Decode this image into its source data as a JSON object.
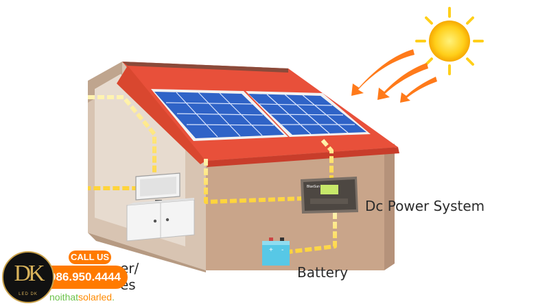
{
  "labels": {
    "dc_power_system": "Dc Power System",
    "battery": "Battery",
    "inverter_line1": "er/",
    "inverter_line2": "es"
  },
  "device": {
    "badge": "BlueSun"
  },
  "battery": {
    "terminal_pos": "+",
    "terminal_neg": "-"
  },
  "contact": {
    "logo_monogram": "DK",
    "logo_subtext": "LED DK",
    "call_label": "CALL US",
    "phone": "086.950.4444",
    "website_part1": "noithat",
    "website_part2": "solarled",
    "website_part3": "."
  },
  "colors": {
    "wall": "#c9a58a",
    "roof": "#e8503a",
    "panel": "#2f63c7",
    "wire": "#ffd43b",
    "sun": "#ffcf1a",
    "arrow": "#ff7a1a",
    "accent_orange": "#ff7a00"
  }
}
